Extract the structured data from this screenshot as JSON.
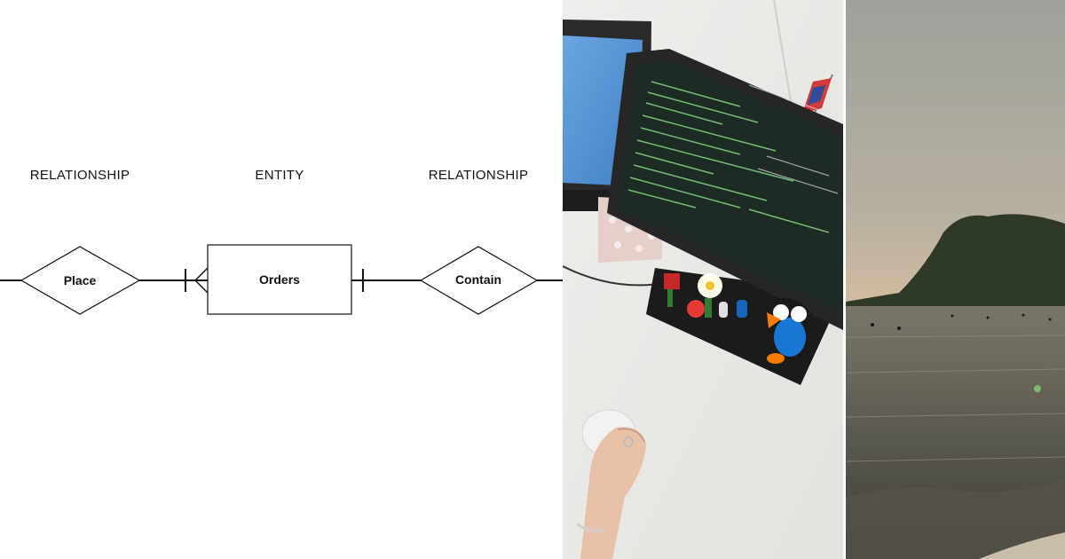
{
  "diagram": {
    "labels": {
      "left": "RELATIONSHIP",
      "center": "ENTITY",
      "right": "RELATIONSHIP"
    },
    "shapes": {
      "relationship_left": "Place",
      "entity": "Orders",
      "relationship_right": "Contain"
    },
    "notation": {
      "orders_side_of_place": "one-or-many",
      "orders_side_of_contain": "one"
    }
  },
  "photos": {
    "desk": "desk-with-monitors-and-terminal",
    "beach": "beach-at-sunset"
  },
  "colors": {
    "line": "#111111",
    "terminal_text": "#7ddc7a",
    "sky": "#9ea19b",
    "sea": "#5b5a50"
  }
}
